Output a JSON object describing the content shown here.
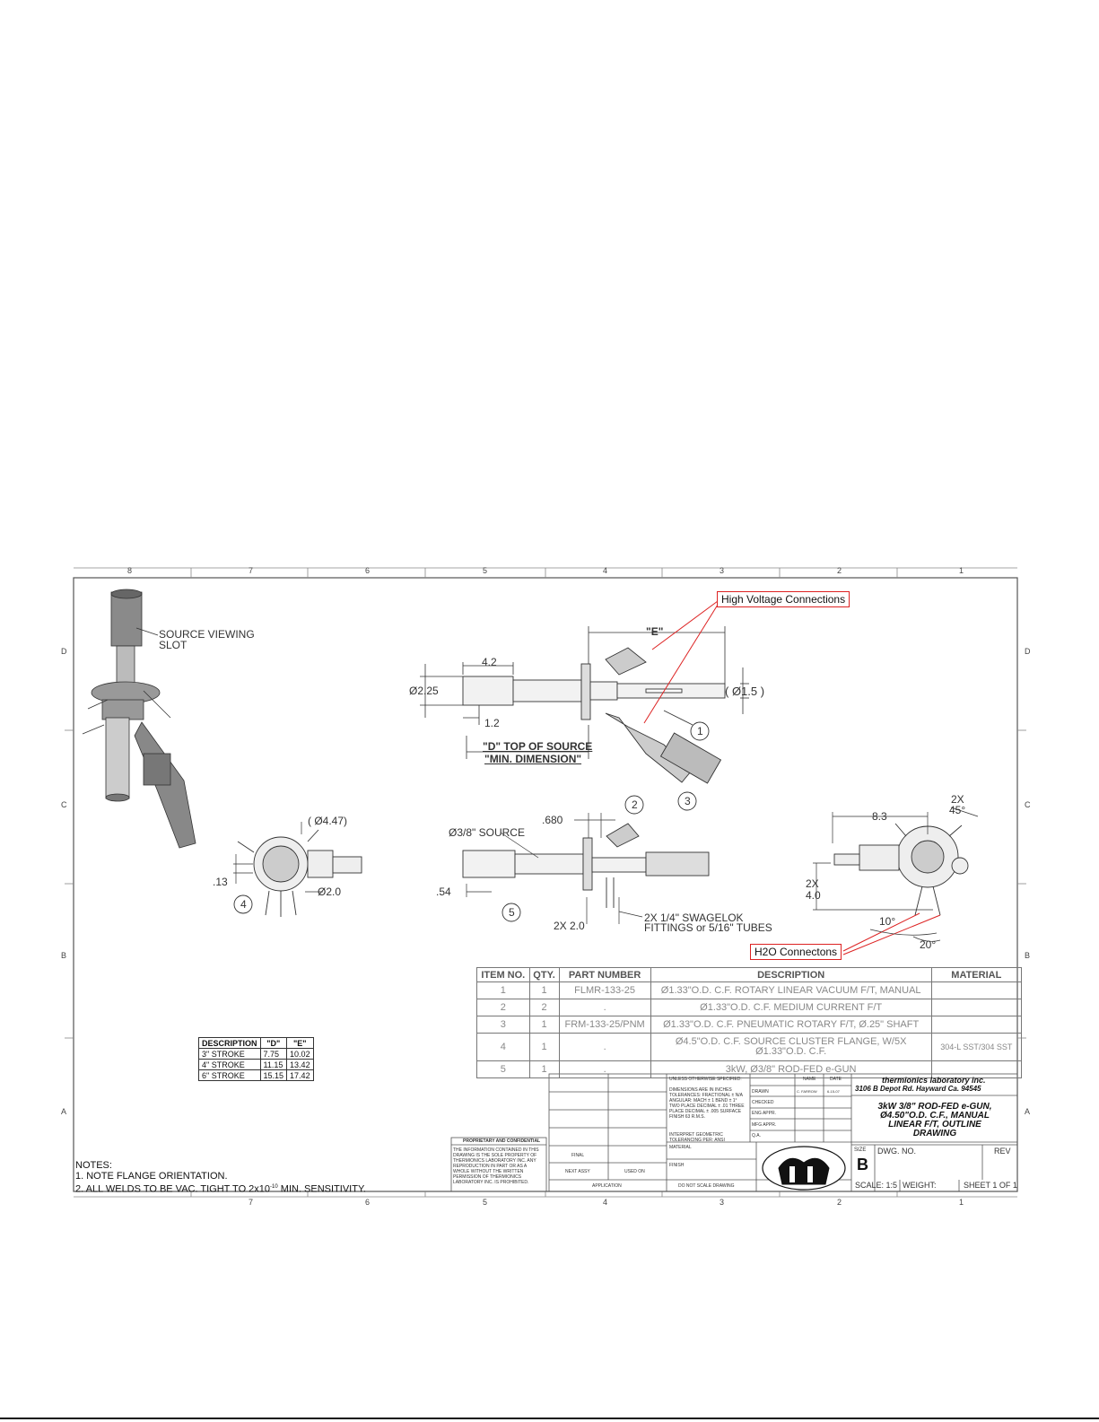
{
  "zones_top": [
    "8",
    "7",
    "6",
    "5",
    "4",
    "3",
    "2",
    "1"
  ],
  "zones_side": [
    "D",
    "C",
    "B",
    "A"
  ],
  "callouts": {
    "high_voltage": "High Voltage Connections",
    "h2o": "H2O Connectons"
  },
  "labels": {
    "source_viewing": "SOURCE VIEWING",
    "slot": "SLOT",
    "e_dim": "\"E\"",
    "dim_42": "4.2",
    "dia_225": "Ø2.25",
    "dim_12": "1.2",
    "dia_15": "( Ø1.5 )",
    "d_top": "\"D\" TOP OF SOURCE",
    "min_dim": "\"MIN. DIMENSION\"",
    "dia_447": "( Ø4.47)",
    "dim_13": ".13",
    "dia_20": "Ø2.0",
    "dim_680": ".680",
    "source_38": "Ø3/8\" SOURCE",
    "dim_54": ".54",
    "two_x_20": "2X 2.0",
    "swagelok_1": "2X 1/4\" SWAGELOK",
    "swagelok_2": "FITTINGS or 5/16\" TUBES",
    "dim_83": "8.3",
    "two_x": "2X",
    "deg_45": "45°",
    "two_x_b": "2X",
    "dim_40": "4.0",
    "deg_10": "10°",
    "deg_20": "20°"
  },
  "balloons": [
    "1",
    "2",
    "3",
    "4",
    "5"
  ],
  "bom": {
    "headers": [
      "ITEM NO.",
      "QTY.",
      "PART NUMBER",
      "DESCRIPTION",
      "MATERIAL"
    ],
    "rows": [
      [
        "1",
        "1",
        "FLMR-133-25",
        "Ø1.33\"O.D. C.F. ROTARY LINEAR VACUUM F/T, MANUAL",
        ""
      ],
      [
        "2",
        "2",
        ".",
        "Ø1.33\"O.D. C.F. MEDIUM CURRENT F/T",
        ""
      ],
      [
        "3",
        "1",
        "FRM-133-25/PNM",
        "Ø1.33\"O.D. C.F. PNEUMATIC ROTARY F/T, Ø.25\" SHAFT",
        ""
      ],
      [
        "4",
        "1",
        ".",
        "Ø4.5\"O.D. C.F. SOURCE CLUSTER FLANGE, W/5X Ø1.33\"O.D. C.F.",
        "304-L SST/304 SST"
      ],
      [
        "5",
        "1",
        ".",
        "3kW, Ø3/8\" ROD-FED e-GUN",
        ""
      ]
    ]
  },
  "stroke_table": {
    "headers": [
      "DESCRIPTION",
      "\"D\"",
      "\"E\""
    ],
    "rows": [
      [
        "3\" STROKE",
        "7.75",
        "10.02"
      ],
      [
        "4\" STROKE",
        "11.15",
        "13.42"
      ],
      [
        "6\" STROKE",
        "15.15",
        "17.42"
      ]
    ]
  },
  "notes": {
    "title": "NOTES:",
    "n1": "1.      NOTE FLANGE ORIENTATION.",
    "n2": "2.      ALL WELDS TO BE VAC. TIGHT TO 2x10",
    "n2_exp": "-10",
    "n2_end": " MIN. SENSITIVITY."
  },
  "proprietary": {
    "title": "PROPRIETARY AND CONFIDENTIAL",
    "body": "THE INFORMATION CONTAINED IN THIS DRAWING IS THE SOLE PROPERTY OF THERMIONICS LABORATORY INC. ANY REPRODUCTION IN PART OR AS A WHOLE WITHOUT THE WRITTEN PERMISSION OF THERMIONICS LABORATORY INC. IS PROHIBITED."
  },
  "title_block": {
    "unless": "UNLESS OTHERWISE SPECIFIED:",
    "name": "NAME",
    "date": "DATE",
    "tol": "DIMENSIONS ARE IN INCHES TOLERANCES: FRACTIONAL ± N/A ANGULAR: MACH ± 1 BEND ± 1° TWO PLACE DECIMAL ± .01 THREE PLACE DECIMAL ± .005 SURFACE FINISH 63 R.M.S.",
    "drawn": "DRAWN",
    "drawn_name": "C. FARROW",
    "drawn_date": "6-15-07",
    "checked": "CHECKED",
    "eng": "ENG APPR.",
    "mfg": "MFG APPR.",
    "interpret": "INTERPRET GEOMETRIC TOLERANCING PER: ANSI",
    "qa": "Q.A.",
    "material": "MATERIAL",
    "finish": "FINISH",
    "final": "FINAL",
    "next_assy": "NEXT ASSY",
    "used_on": "USED ON",
    "application": "APPLICATION",
    "dns": "DO NOT SCALE DRAWING",
    "company": "thermionics laboratory inc.",
    "address": "3106 B Depot Rd. Hayward Ca. 94545",
    "title_1": "3kW 3/8\" ROD-FED e-GUN,",
    "title_2": "Ø4.50\"O.D. C.F., MANUAL",
    "title_3": "LINEAR F/T, OUTLINE",
    "title_4": "DRAWING",
    "size_lbl": "SIZE",
    "size": "B",
    "dwg_no": "DWG. NO.",
    "rev": "REV",
    "scale": "SCALE: 1:5",
    "weight": "WEIGHT:",
    "sheet": "SHEET 1 OF 1"
  }
}
